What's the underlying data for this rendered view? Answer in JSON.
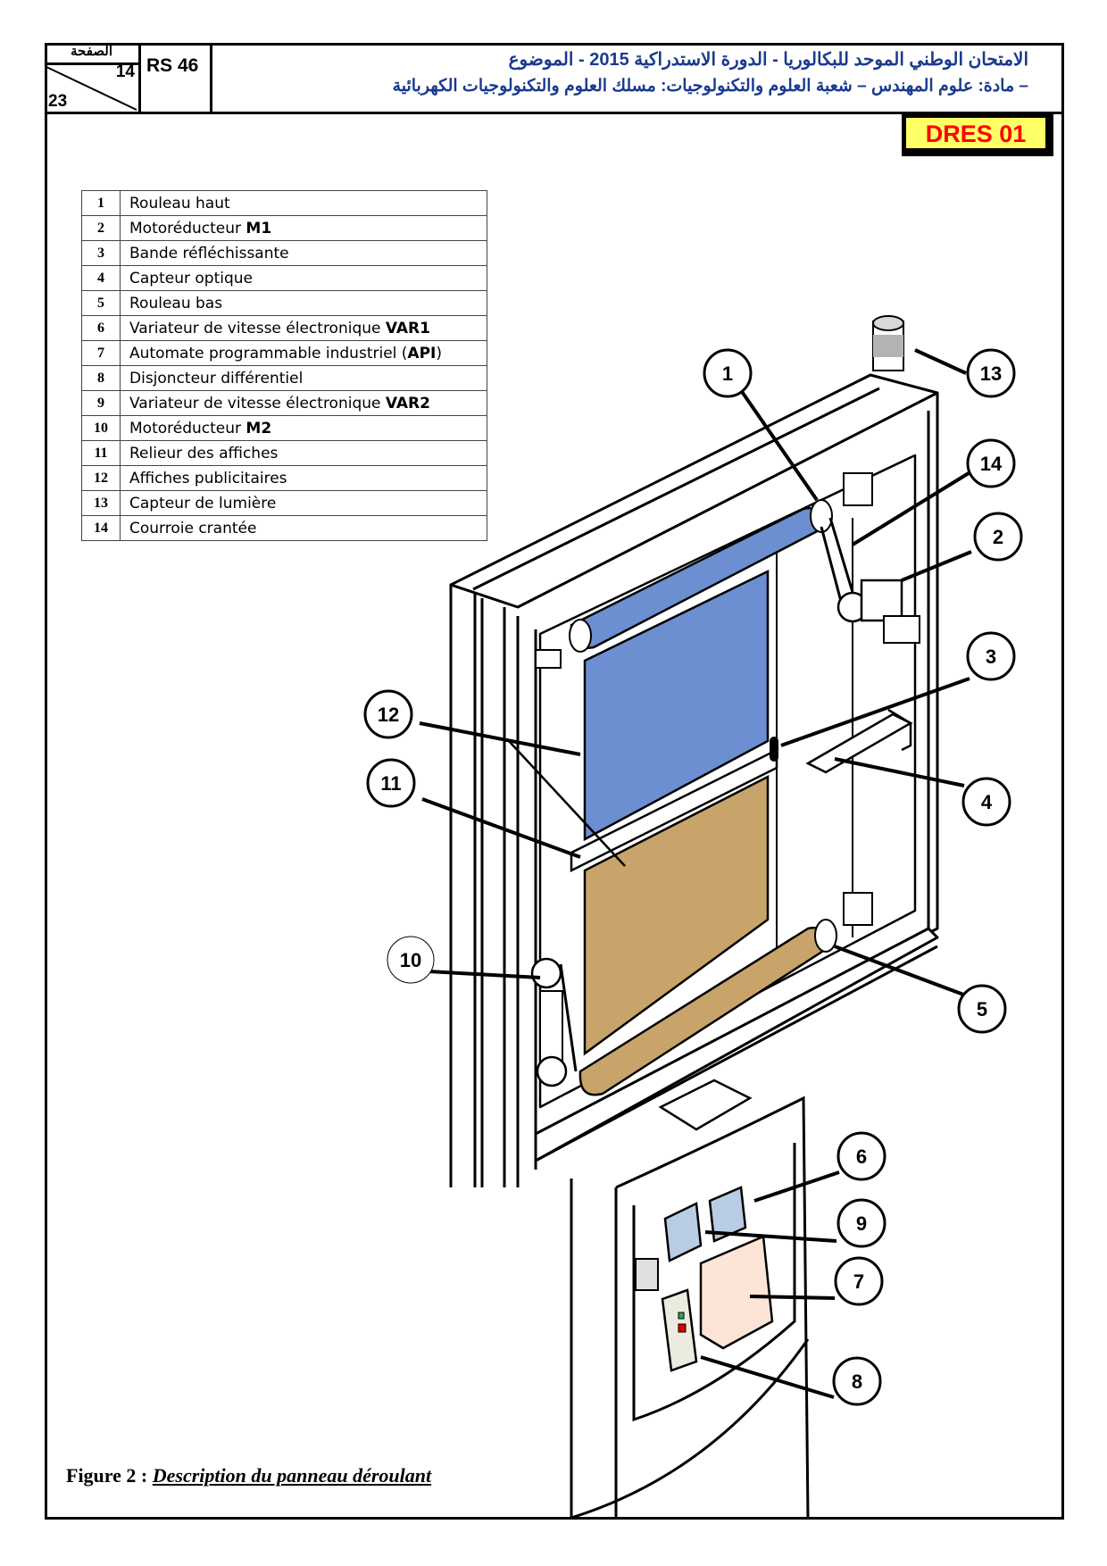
{
  "header": {
    "page_label": "الصفحة",
    "page_number": "14",
    "page_total": "23",
    "exam_code": "RS 46",
    "title_line1": "الامتحان الوطني الموحد للبكالوريا -  الدورة الاستدراكية  2015 -  الموضوع",
    "title_line2": "– مادة: علوم المهندس – شعبة العلوم والتكنولوجيات: مسلك العلوم والتكنولوجيات الكهربائية"
  },
  "document_ref": "DRES 01",
  "legend": [
    {
      "num": "1",
      "label": "Rouleau haut",
      "bold": ""
    },
    {
      "num": "2",
      "label": "Motoréducteur ",
      "bold": "M1"
    },
    {
      "num": "3",
      "label": "Bande réfléchissante",
      "bold": ""
    },
    {
      "num": "4",
      "label": "Capteur optique",
      "bold": ""
    },
    {
      "num": "5",
      "label": "Rouleau bas",
      "bold": ""
    },
    {
      "num": "6",
      "label": "Variateur de vitesse électronique ",
      "bold": "VAR1"
    },
    {
      "num": "7",
      "label": "Automate programmable industriel (",
      "bold": "API",
      "suffix": ")"
    },
    {
      "num": "8",
      "label": "Disjoncteur différentiel",
      "bold": ""
    },
    {
      "num": "9",
      "label": "Variateur de vitesse électronique ",
      "bold": "VAR2"
    },
    {
      "num": "10",
      "label": "Motoréducteur ",
      "bold": "M2"
    },
    {
      "num": "11",
      "label": "Relieur des affiches",
      "bold": ""
    },
    {
      "num": "12",
      "label": "Affiches publicitaires",
      "bold": ""
    },
    {
      "num": "13",
      "label": "Capteur de lumière",
      "bold": ""
    },
    {
      "num": "14",
      "label": "Courroie crantée",
      "bold": ""
    }
  ],
  "callouts": [
    "1",
    "2",
    "3",
    "4",
    "5",
    "6",
    "7",
    "8",
    "9",
    "10",
    "11",
    "12",
    "13",
    "14"
  ],
  "colors": {
    "poster_blue": "#6b8fd0",
    "poster_tan": "#c8a46a",
    "variator_blue": "#b8cce4",
    "plc_peach": "#fce4d6",
    "breaker_gray": "#ebebe0",
    "dres_yellow": "#ffff66",
    "dres_red": "#ff0000",
    "header_blue": "#1a3a8f"
  },
  "caption": {
    "prefix": "Figure 2 : ",
    "title": "Description du panneau déroulant"
  }
}
